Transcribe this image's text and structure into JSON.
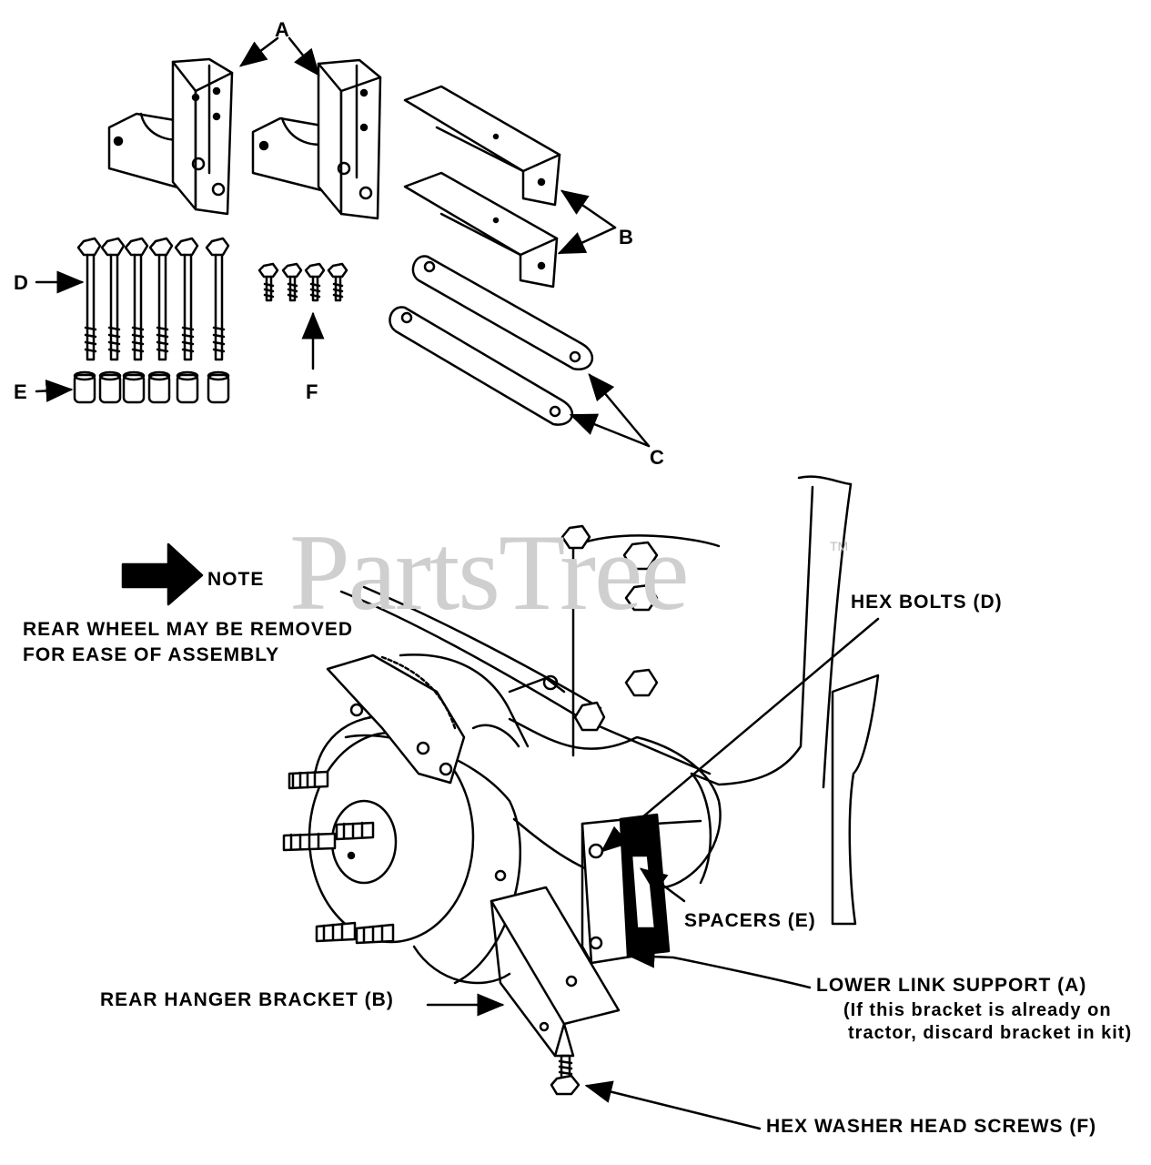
{
  "watermark": {
    "text": "PartsTree",
    "tm": "TM"
  },
  "kit_letters": {
    "a": "A",
    "b": "B",
    "c": "C",
    "d": "D",
    "e": "E",
    "f": "F"
  },
  "note": {
    "label": "NOTE",
    "line1": "REAR WHEEL MAY BE REMOVED",
    "line2": "FOR EASE OF ASSEMBLY"
  },
  "callouts": {
    "hex_bolts": "HEX BOLTS (D)",
    "spacers": "SPACERS (E)",
    "lower_link_support": "LOWER LINK SUPPORT (A)",
    "lower_link_note1": "(If this bracket is already on",
    "lower_link_note2": "tractor, discard bracket in kit)",
    "rear_hanger_bracket": "REAR HANGER BRACKET (B)",
    "hex_washer_head_screws": "HEX WASHER HEAD SCREWS (F)"
  },
  "colors": {
    "ink": "#000000",
    "watermark": "#cfcfcf",
    "paper": "#ffffff"
  }
}
